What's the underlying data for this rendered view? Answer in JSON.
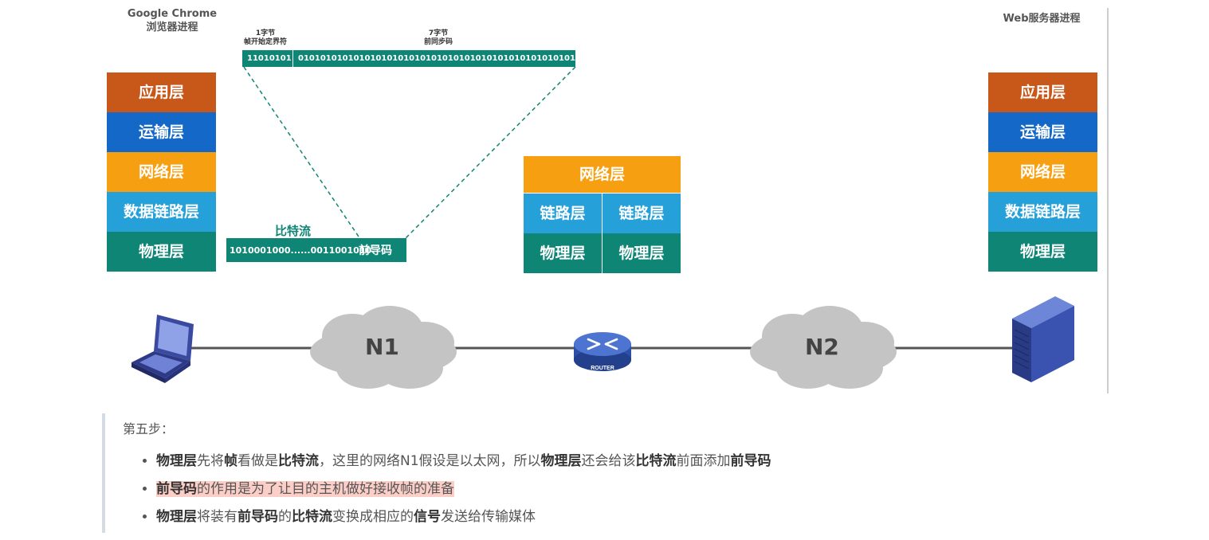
{
  "header": {
    "client_process": [
      "Google Chrome",
      "浏览器进程"
    ],
    "server_process": "Web服务器进程"
  },
  "client_stack": [
    "应用层",
    "运输层",
    "网络层",
    "数据链路层",
    "物理层"
  ],
  "server_stack": [
    "应用层",
    "运输层",
    "网络层",
    "数据链路层",
    "物理层"
  ],
  "router_stack": {
    "network": "网络层",
    "link": [
      "链路层",
      "链路层"
    ],
    "physical": [
      "物理层",
      "物理层"
    ]
  },
  "frame_header": {
    "sfd_label": [
      "1字节",
      "帧开始定界符"
    ],
    "preamble_label": [
      "7字节",
      "前同步码"
    ],
    "sfd_bits": "11010101",
    "preamble_bits": "01010101010101010101010101010101010101010101010101010101"
  },
  "bitstream": {
    "title": "比特流",
    "bits": "1010001000......0011001010",
    "preamble": "前导码"
  },
  "network": {
    "n1": "N1",
    "n2": "N2",
    "router_text": "ROUTER"
  },
  "step": {
    "title": "第五步：",
    "bullets": [
      [
        {
          "t": "物理层",
          "b": true
        },
        {
          "t": "先将"
        },
        {
          "t": "帧",
          "b": true
        },
        {
          "t": "看做是"
        },
        {
          "t": "比特流",
          "b": true
        },
        {
          "t": "，这里的网络N1假设是以太网，所以"
        },
        {
          "t": "物理层",
          "b": true
        },
        {
          "t": "还会给该"
        },
        {
          "t": "比特流",
          "b": true
        },
        {
          "t": "前面添加"
        },
        {
          "t": "前导码",
          "b": true
        }
      ],
      [
        {
          "t": "前导码",
          "b": true,
          "h": true
        },
        {
          "t": "的作用是为了让目的主机做好接收帧的准备",
          "h": true
        }
      ],
      [
        {
          "t": "物理层",
          "b": true
        },
        {
          "t": "将装有"
        },
        {
          "t": "前导码",
          "b": true
        },
        {
          "t": "的"
        },
        {
          "t": "比特流",
          "b": true
        },
        {
          "t": "变换成相应的"
        },
        {
          "t": "信号",
          "b": true
        },
        {
          "t": "发送给传输媒体"
        }
      ]
    ]
  },
  "colors": {
    "application": "#c8581a",
    "transport": "#1468c8",
    "network": "#f6a011",
    "datalink": "#26a0d9",
    "physical": "#0f8575",
    "highlight": "#fbcfc7"
  }
}
